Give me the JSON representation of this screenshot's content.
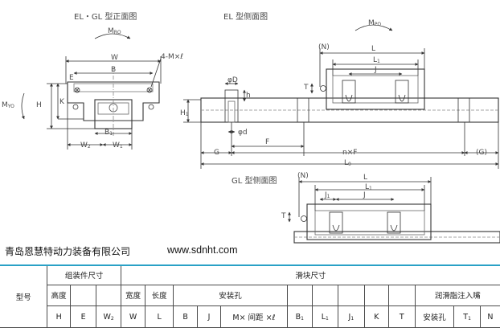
{
  "titles": {
    "front_view": "EL・GL 型正面图",
    "el_side_view": "EL 型侧面图",
    "gl_side_view": "GL 型侧面图"
  },
  "dimension_labels": {
    "mro": "M",
    "mro_sub": "RO",
    "mpo": "M",
    "mpo_sub": "PO",
    "myo": "M",
    "myo_sub": "YO",
    "W": "W",
    "B": "B",
    "E": "E",
    "K": "K",
    "H": "H",
    "W2": "W",
    "W2_sub": "2",
    "W1": "W",
    "W1_sub": "1",
    "B1": "B",
    "B1_sub": "1",
    "hole_spec": "4-M×ℓ",
    "phi_D": "φD",
    "phi_d": "φd",
    "h": "h",
    "H1": "H",
    "H1_sub": "1",
    "N_el": "(N)",
    "L_el": "L",
    "L1_el": "L",
    "L1_el_sub": "1",
    "J_el": "J",
    "T_el": "T",
    "F": "F",
    "G": "G",
    "nxF": "n×F",
    "G_paren": "(G)",
    "L0": "L",
    "L0_sub": "0",
    "N_gl": "(N)",
    "L_gl": "L",
    "L1_gl": "L",
    "L1_gl_sub": "1",
    "J1_gl": "J",
    "J1_gl_sub": "1",
    "J_gl": "J",
    "T_gl": "T"
  },
  "company": "青岛恩慧特动力装备有限公司",
  "website": "www.sdnht.com",
  "table": {
    "model": "型号",
    "assembly_dims": "组装件尺寸",
    "block_dims": "滑块尺寸",
    "height": "高度",
    "width": "宽度",
    "length": "长度",
    "mounting_hole": "安装孔",
    "grease_nipple": "润滑脂注入嘴",
    "mounting_hole2": "安装孔",
    "col_H": "H",
    "col_E": "E",
    "col_W2": "W",
    "col_W2_sub": "2",
    "col_W": "W",
    "col_L": "L",
    "col_B": "B",
    "col_J": "J",
    "col_M": "M× 间距 ×ℓ",
    "col_B1": "B",
    "col_B1_sub": "1",
    "col_L1": "L",
    "col_L1_sub": "1",
    "col_J1": "J",
    "col_J1_sub": "1",
    "col_K": "K",
    "col_T": "T",
    "col_T1": "T",
    "col_T1_sub": "1",
    "col_N": "N"
  }
}
